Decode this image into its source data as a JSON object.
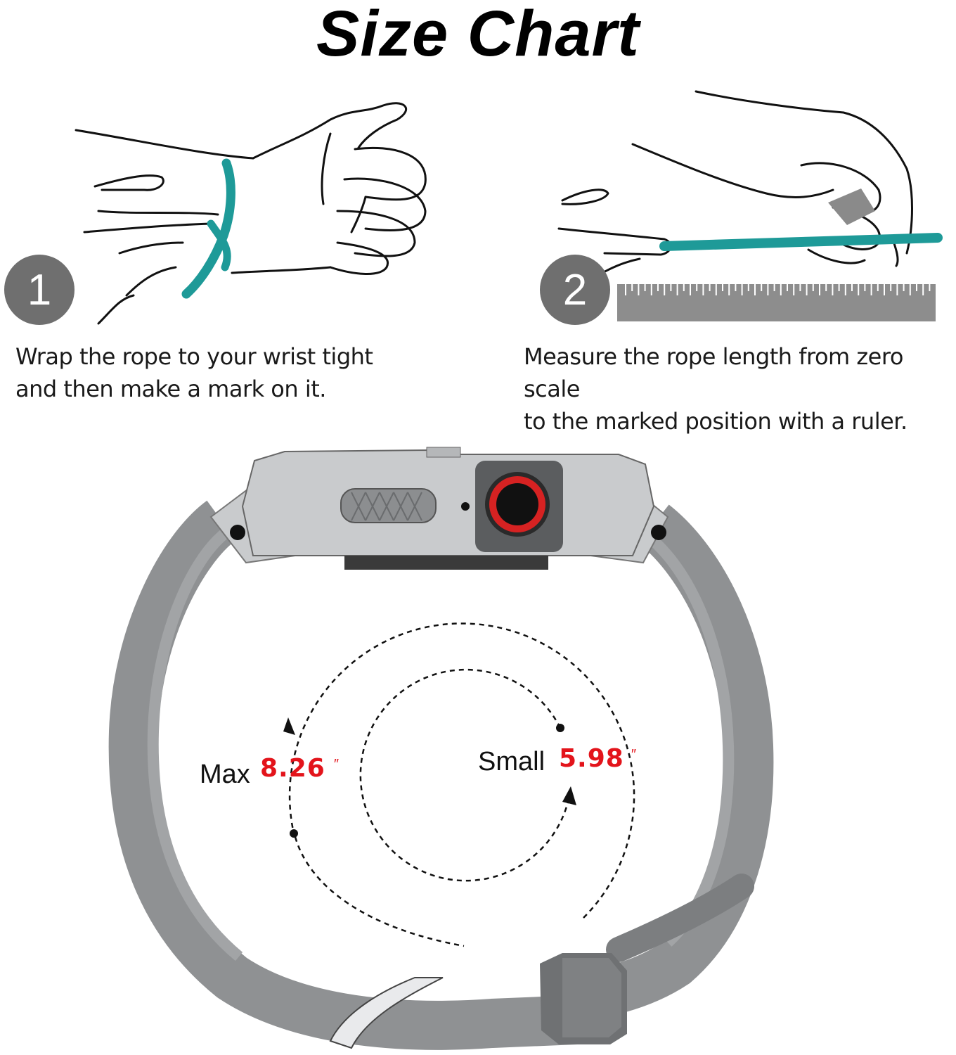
{
  "title": "Size Chart",
  "steps": [
    {
      "number": "1",
      "caption_line1": "Wrap the rope to your wrist tight",
      "caption_line2": "and then make a mark on it."
    },
    {
      "number": "2",
      "caption_line1": "Measure the rope length from zero scale",
      "caption_line2": "to the marked position with a ruler."
    }
  ],
  "sizes": {
    "max": {
      "label": "Max",
      "value": "8.26",
      "unit": "″"
    },
    "small": {
      "label": "Small",
      "value": "5.98",
      "unit": "″"
    }
  },
  "colors": {
    "rope": "#1e9a98",
    "badge": "#6f6f6f",
    "band": "#8a8c8e",
    "case": "#c9cbcd",
    "accent_red": "#e3141b"
  }
}
